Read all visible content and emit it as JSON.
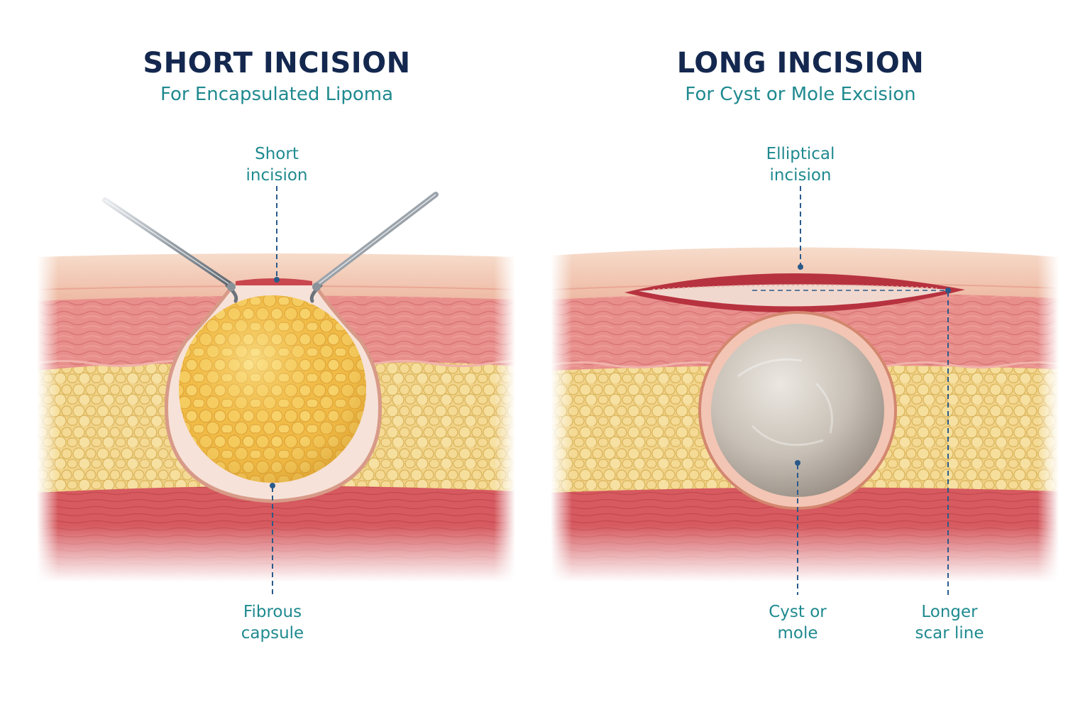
{
  "panels": {
    "left": {
      "title": "SHORT INCISION",
      "subtitle": "For Encapsulated Lipoma",
      "labels": {
        "incision": [
          "Short",
          "incision"
        ],
        "capsule": [
          "Fibrous",
          "capsule"
        ]
      }
    },
    "right": {
      "title": "LONG INCISION",
      "subtitle": "For Cyst or Mole Excision",
      "labels": {
        "incision": [
          "Elliptical",
          "incision"
        ],
        "lesion": [
          "Cyst or",
          "mole"
        ],
        "scar": [
          "Longer",
          "scar line"
        ]
      }
    }
  },
  "colors": {
    "title": "#14284f",
    "accent": "#1f8a8f",
    "leader": "#2a5a8a",
    "epidermis": "#f3cdb8",
    "dermis": "#e98e8e",
    "fat": "#f0cf7a",
    "muscle": "#d9565c",
    "lipoma": "#f2bf45",
    "cyst": "#c4bcb3"
  }
}
